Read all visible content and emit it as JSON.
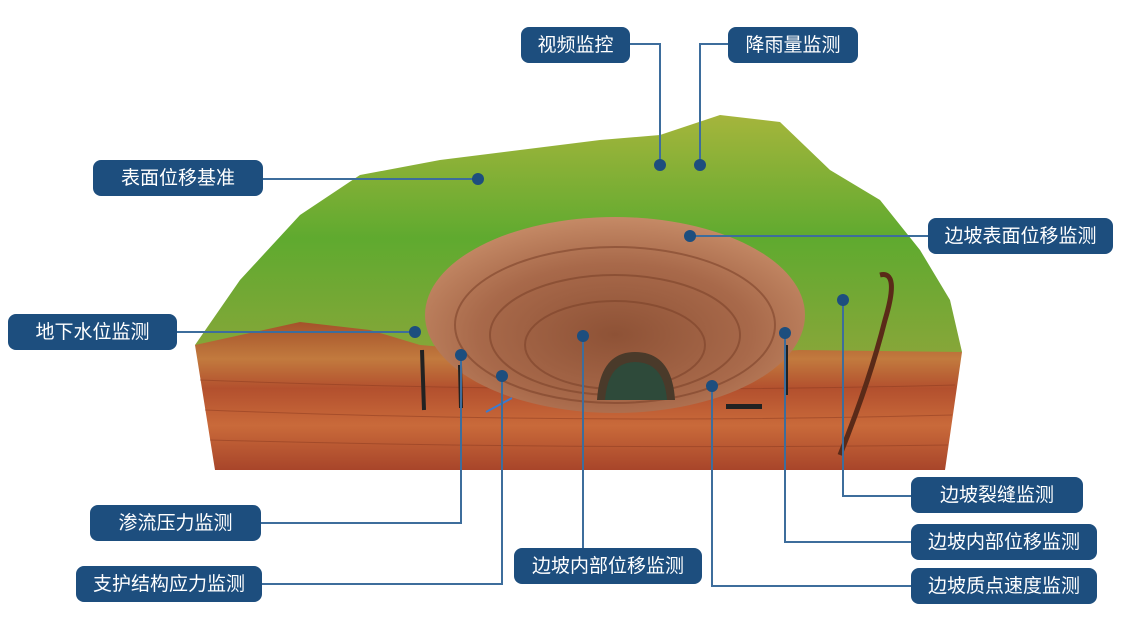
{
  "labels": {
    "video": "视频监控",
    "rainfall": "降雨量监测",
    "surface_baseline": "表面位移基准",
    "slope_surface_disp": "边坡表面位移监测",
    "groundwater": "地下水位监测",
    "seepage": "渗流压力监测",
    "support_stress": "支护结构应力监测",
    "internal_disp_center": "边坡内部位移监测",
    "crack": "边坡裂缝监测",
    "internal_disp_right": "边坡内部位移监测",
    "particle_velocity": "边坡质点速度监测"
  },
  "colors": {
    "label_bg": "#1d4e7e",
    "leader": "#3d6d9c",
    "dot": "#1d4e7e"
  }
}
